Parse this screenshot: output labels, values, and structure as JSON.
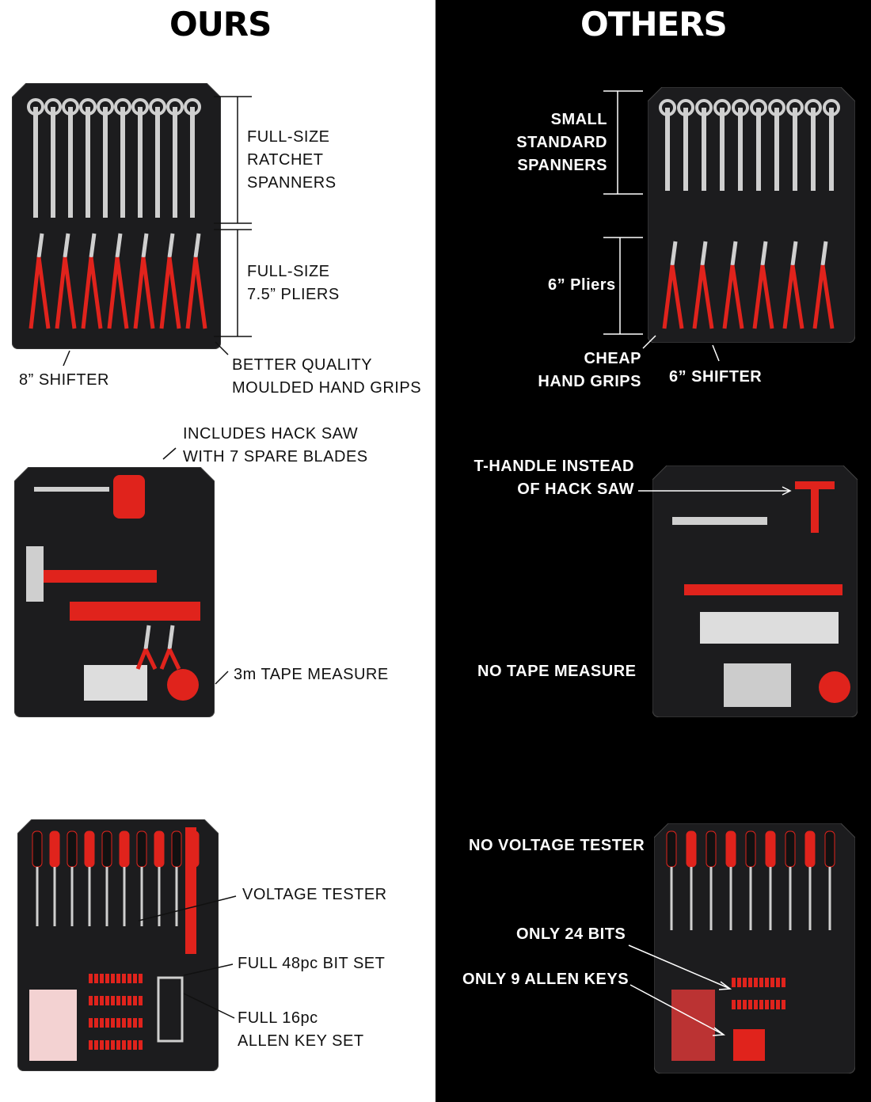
{
  "ours": {
    "title": "OURS",
    "labels": {
      "spanners": "FULL-SIZE\nRATCHET\nSPANNERS",
      "pliers": "FULL-SIZE\n7.5” PLIERS",
      "shifter": "8” SHIFTER",
      "grips": "BETTER QUALITY\nMOULDED HAND GRIPS",
      "hacksaw": "INCLUDES HACK SAW\nWITH 7 SPARE BLADES",
      "tape": "3m TAPE MEASURE",
      "voltage": "VOLTAGE TESTER",
      "bits": "FULL 48pc BIT SET",
      "allen": "FULL 16pc\nALLEN KEY SET"
    }
  },
  "others": {
    "title": "OTHERS",
    "labels": {
      "spanners": "SMALL\nSTANDARD\nSPANNERS",
      "pliers": "6” Pliers",
      "grips": "CHEAP\nHAND GRIPS",
      "shifter": "6” SHIFTER",
      "thandle": "T-HANDLE INSTEAD\nOF HACK SAW",
      "notape": "NO TAPE MEASURE",
      "novoltage": "NO VOLTAGE TESTER",
      "bits": "ONLY 24 BITS",
      "allen": "ONLY 9 ALLEN KEYS"
    }
  },
  "colors": {
    "tray": "#1c1c1e",
    "red": "#e0231c",
    "silver": "#cfcfcf"
  }
}
